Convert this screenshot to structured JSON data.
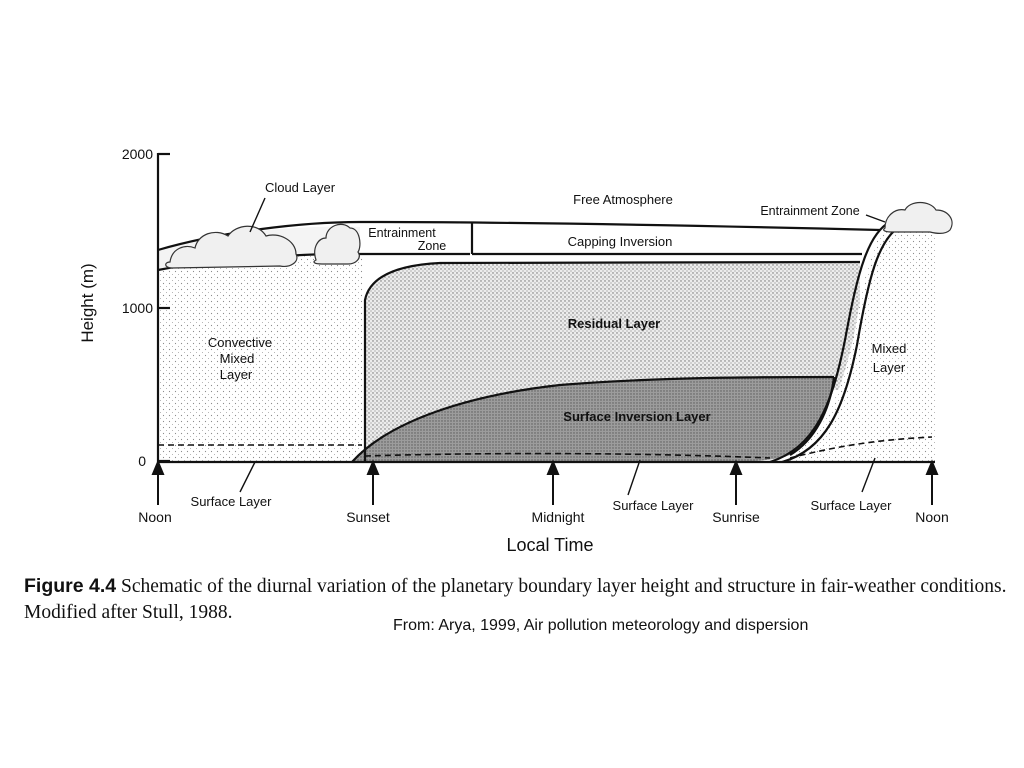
{
  "diagram": {
    "y_axis": {
      "label": "Height (m)",
      "ticks": [
        "2000",
        "1000",
        "0"
      ]
    },
    "x_axis": {
      "label": "Local Time",
      "ticks": [
        "Noon",
        "Sunset",
        "Midnight",
        "Sunrise",
        "Noon"
      ]
    },
    "regions": {
      "cloud_layer": "Cloud Layer",
      "free_atmosphere": "Free Atmosphere",
      "entrainment_zone_left_1": "Entrainment",
      "entrainment_zone_left_2": "Zone",
      "entrainment_zone_right": "Entrainment Zone",
      "capping_inversion": "Capping Inversion",
      "residual_layer": "Residual Layer",
      "convective_mixed_layer_1": "Convective",
      "convective_mixed_layer_2": "Mixed",
      "convective_mixed_layer_3": "Layer",
      "mixed_layer_1": "Mixed",
      "mixed_layer_2": "Layer",
      "surface_inversion_layer": "Surface Inversion Layer",
      "surface_layer_left": "Surface Layer",
      "surface_layer_middle": "Surface Layer",
      "surface_layer_right": "Surface Layer"
    }
  },
  "caption": {
    "label": "Figure 4.4",
    "text": "Schematic of the diurnal variation of the planetary boundary layer height and structure in fair-weather conditions. Modified after Stull, 1988."
  },
  "source": "From: Arya, 1999, Air pollution meteorology and dispersion"
}
